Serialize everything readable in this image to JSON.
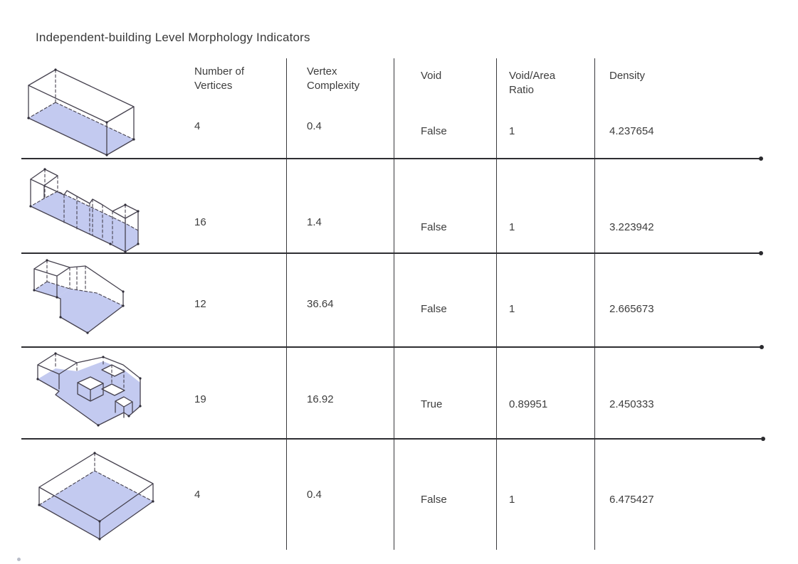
{
  "title": "Independent-building Level Morphology Indicators",
  "table": {
    "columns": [
      {
        "label": "Number of Vertices"
      },
      {
        "label": "Vertex Complexity"
      },
      {
        "label": "Void"
      },
      {
        "label": "Void/Area Ratio"
      },
      {
        "label": "Density"
      }
    ],
    "rows": [
      {
        "image": "isometric-building-long-bar",
        "values": [
          "4",
          "0.4",
          "False",
          "1",
          "4.237654"
        ]
      },
      {
        "image": "isometric-building-zigzag-block",
        "values": [
          "16",
          "1.4",
          "False",
          "1",
          "3.223942"
        ]
      },
      {
        "image": "isometric-building-hooked-block",
        "values": [
          "12",
          "36.64",
          "False",
          "1",
          "2.665673"
        ]
      },
      {
        "image": "isometric-building-courtyard-block",
        "values": [
          "19",
          "16.92",
          "True",
          "0.89951",
          "2.450333"
        ]
      },
      {
        "image": "isometric-building-flat-slab",
        "values": [
          "4",
          "0.4",
          "False",
          "1",
          "6.475427"
        ]
      }
    ]
  },
  "colors": {
    "floor_fill": "#c3caf0",
    "outline": "#46424f",
    "grid_line": "#2e2e32",
    "text": "#3d3d3d",
    "background": "#ffffff"
  }
}
